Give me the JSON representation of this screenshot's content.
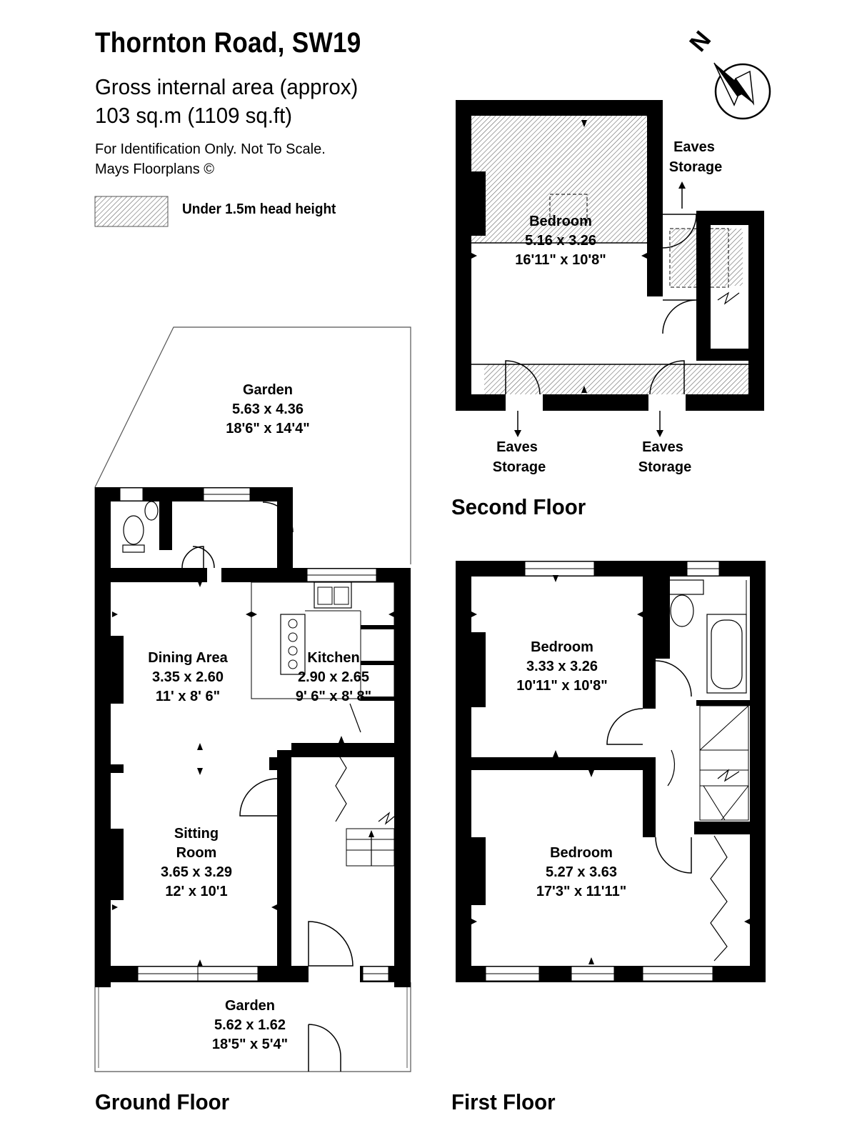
{
  "header": {
    "title": "Thornton Road, SW19",
    "area_label": "Gross internal area (approx)",
    "area_value": "103 sq.m (1109 sq.ft)",
    "disclaimer": "For Identification Only. Not To Scale.",
    "copyright": "Mays Floorplans ©"
  },
  "legend": {
    "label": "Under 1.5m head height"
  },
  "compass": {
    "label": "N"
  },
  "floors": {
    "ground": "Ground Floor",
    "first": "First Floor",
    "second": "Second Floor"
  },
  "rooms": {
    "garden_rear": {
      "name": "Garden",
      "metric": "5.63 x 4.36",
      "imperial": "18'6\" x 14'4\""
    },
    "dining": {
      "name": "Dining Area",
      "metric": "3.35 x 2.60",
      "imperial": "11' x 8' 6\""
    },
    "kitchen": {
      "name": "Kitchen",
      "metric": "2.90 x 2.65",
      "imperial": "9' 6\" x 8' 8\""
    },
    "sitting": {
      "name_line1": "Sitting",
      "name_line2": "Room",
      "metric": "3.65 x 3.29",
      "imperial": "12' x 10'1"
    },
    "garden_front": {
      "name": "Garden",
      "metric": "5.62 x 1.62",
      "imperial": "18'5\" x 5'4\""
    },
    "bedroom_second": {
      "name": "Bedroom",
      "metric": "5.16 x 3.26",
      "imperial": "16'11\" x 10'8\""
    },
    "bedroom_first_a": {
      "name": "Bedroom",
      "metric": "3.33 x 3.26",
      "imperial": "10'11\" x 10'8\""
    },
    "bedroom_first_b": {
      "name": "Bedroom",
      "metric": "5.27 x 3.63",
      "imperial": "17'3\" x 11'11\""
    }
  },
  "eaves": {
    "top": {
      "line1": "Eaves",
      "line2": "Storage"
    },
    "left": {
      "line1": "Eaves",
      "line2": "Storage"
    },
    "right": {
      "line1": "Eaves",
      "line2": "Storage"
    }
  }
}
